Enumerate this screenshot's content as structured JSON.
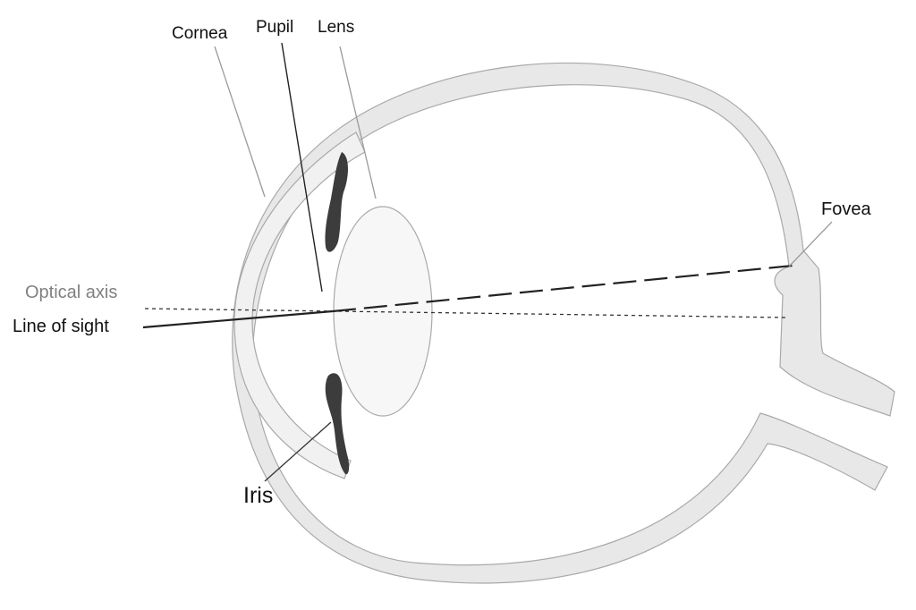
{
  "labels": {
    "cornea": "Cornea",
    "pupil": "Pupil",
    "lens": "Lens",
    "fovea": "Fovea",
    "optical_axis": "Optical axis",
    "line_of_sight": "Line of sight",
    "iris": "Iris"
  },
  "colors": {
    "sclera_fill": "#e8e8e8",
    "cornea_fill": "#f1f1f1",
    "outline": "#a9a9a9",
    "iris": "#3c3c3c",
    "lens_fill": "#f7f7f7",
    "axis_text": "#808080"
  }
}
